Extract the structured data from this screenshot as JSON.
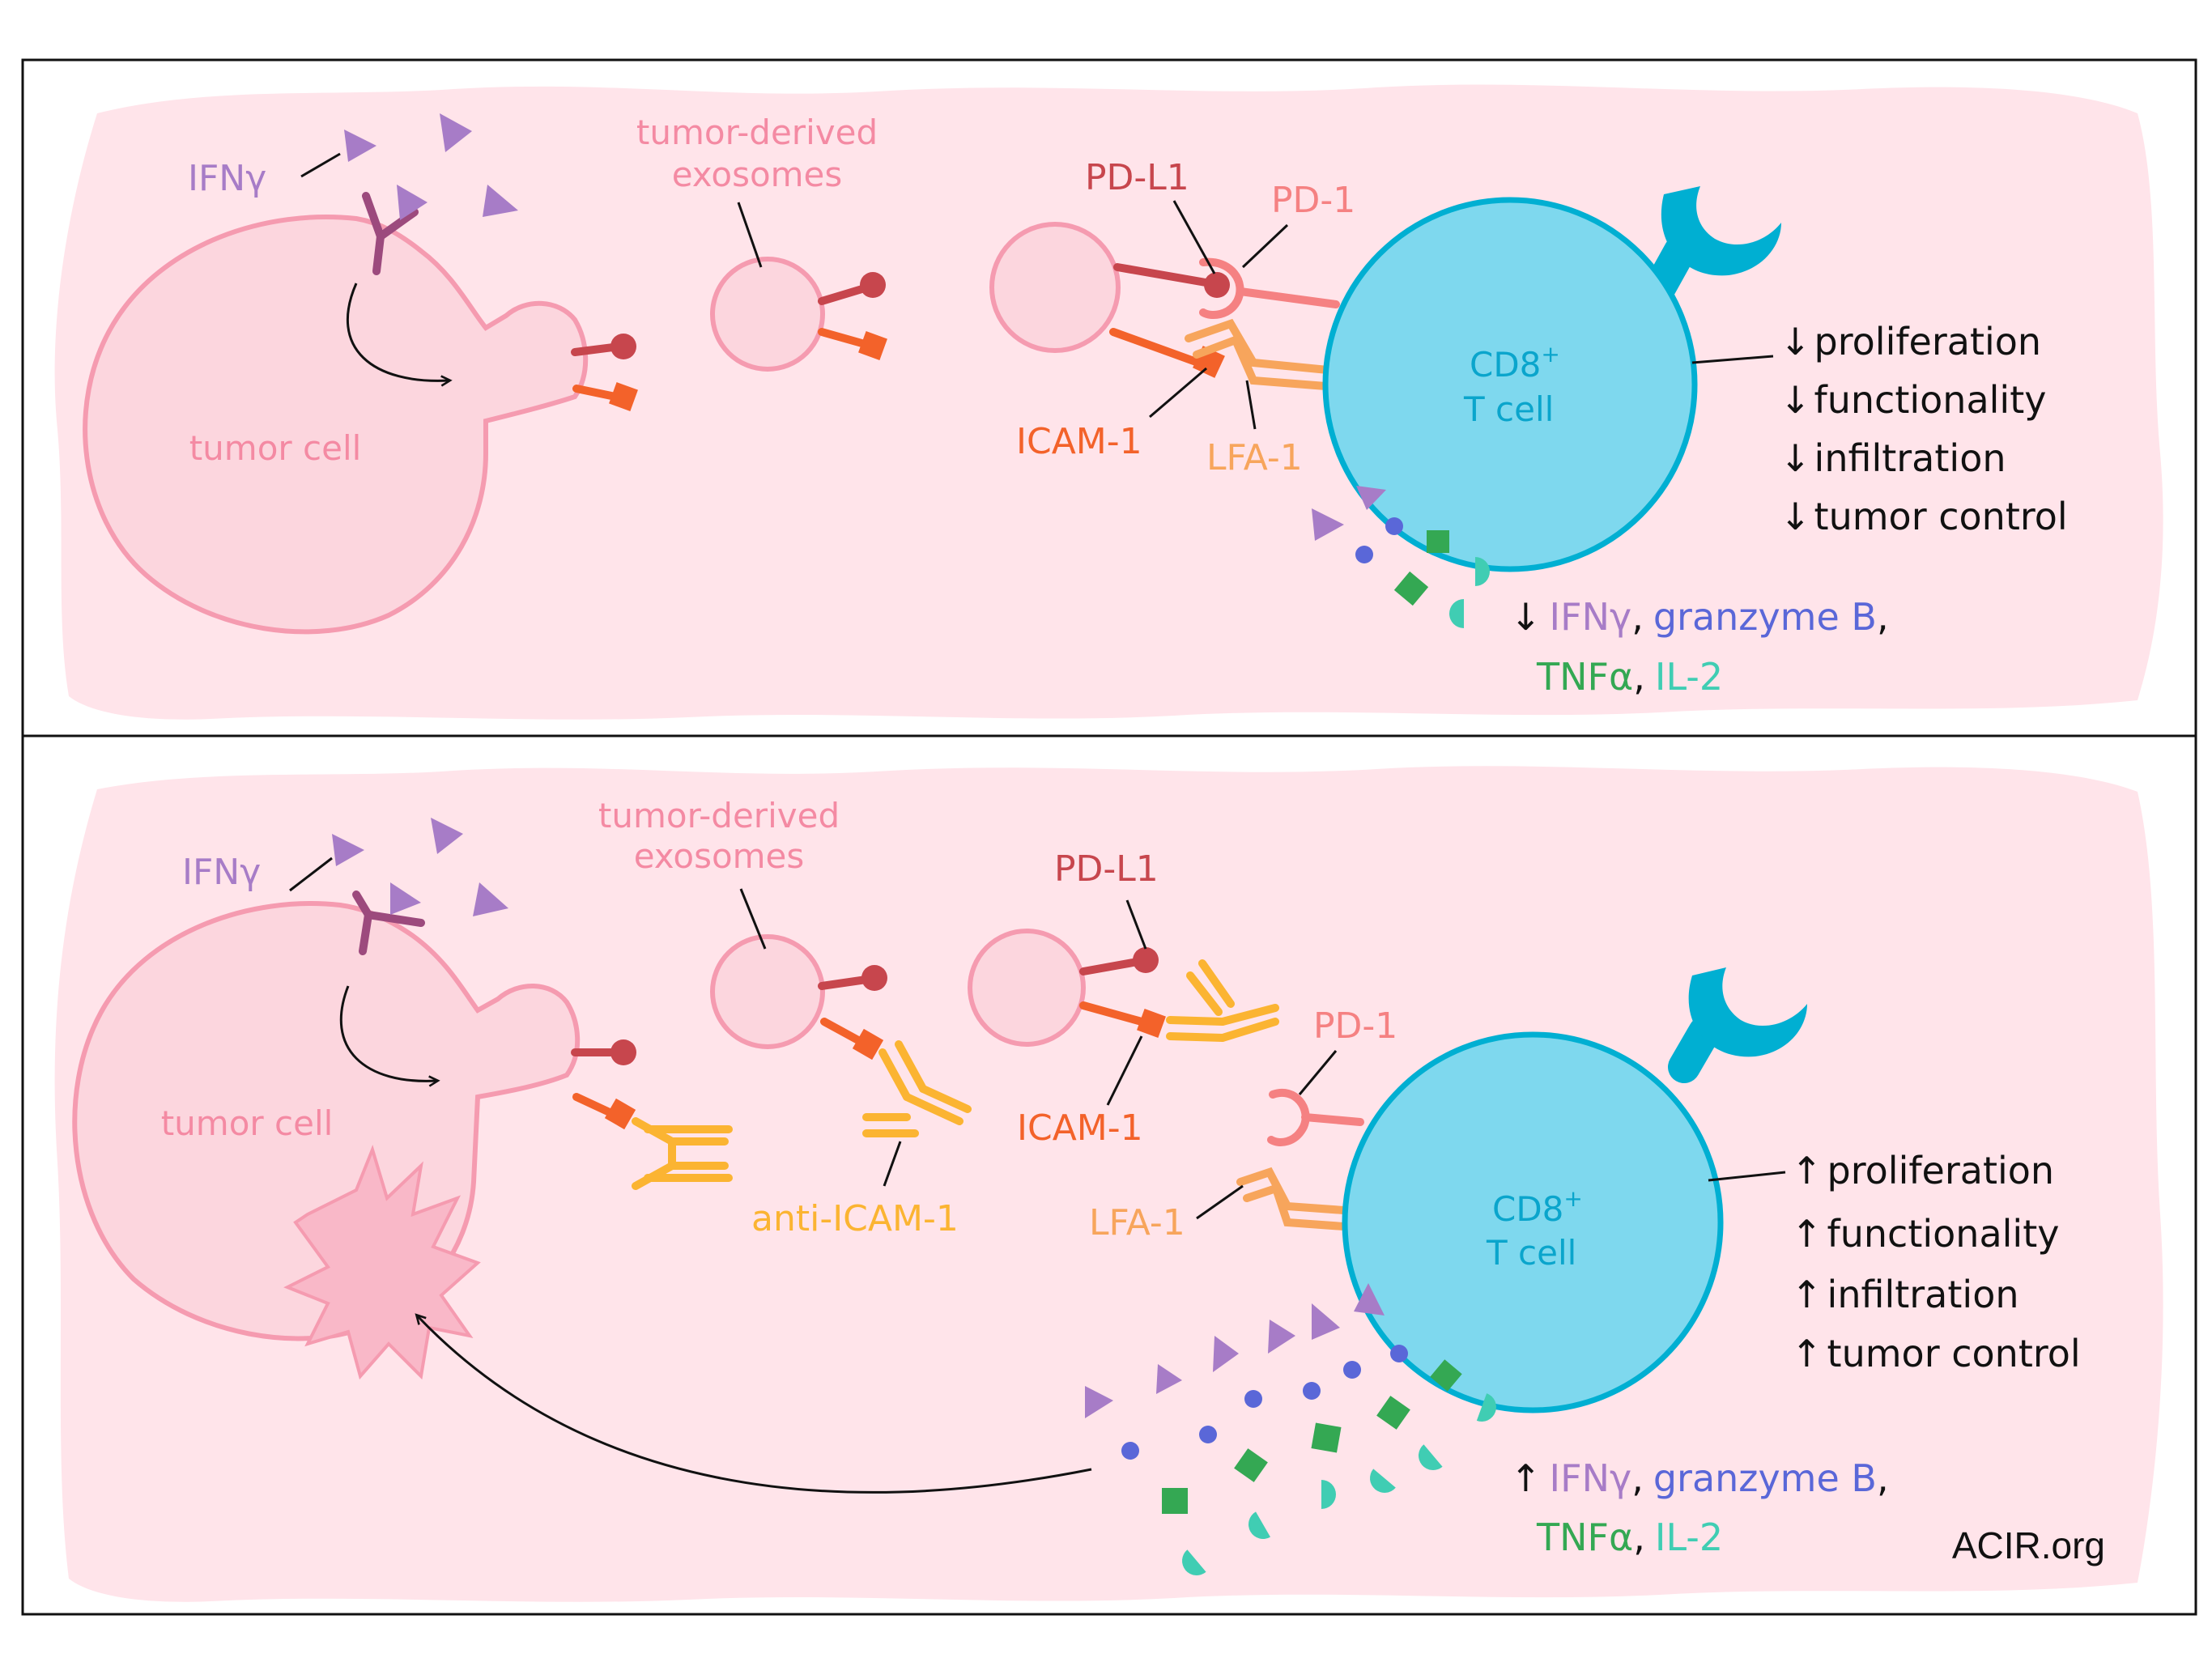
{
  "colors": {
    "background": "#ffe4ea",
    "tumor_cell": "#f59bb0",
    "tumor_fill": "#fcd6de",
    "t_cell": "#00afd2",
    "t_cell_fill": "#7ed8ee",
    "ifn": "#a77cc7",
    "pdl1": "#c7464d",
    "pd1": "#f58182",
    "icam1": "#f3622a",
    "lfa1": "#f7a55c",
    "anti_icam1": "#fbb432",
    "granzyme": "#5a67d8",
    "tnf": "#34a853",
    "il2": "#40cdb3"
  },
  "top_panel": {
    "ifn_label": "IFNγ",
    "exosome_label_1": "tumor-derived",
    "exosome_label_2": "exosomes",
    "tumor_cell_label": "tumor cell",
    "pdl1_label": "PD-L1",
    "pd1_label": "PD-1",
    "icam1_label": "ICAM-1",
    "lfa1_label": "LFA-1",
    "t_cell_label_1": "CD8",
    "t_cell_label_sup": "+",
    "t_cell_label_2": "T cell",
    "outcomes": [
      {
        "arrow": "↓",
        "text": "proliferation"
      },
      {
        "arrow": "↓",
        "text": "functionality"
      },
      {
        "arrow": "↓",
        "text": "infiltration"
      },
      {
        "arrow": "↓",
        "text": "tumor control"
      }
    ],
    "cytokine_arrow": "↓",
    "cytokines": {
      "ifn": "IFNγ",
      "sep1": ",",
      "granzyme": "granzyme B",
      "sep2": ",",
      "tnf": "TNFα",
      "sep3": ",",
      "il2": "IL-2"
    }
  },
  "bottom_panel": {
    "ifn_label": "IFNγ",
    "exosome_label_1": "tumor-derived",
    "exosome_label_2": "exosomes",
    "tumor_cell_label": "tumor cell",
    "pdl1_label": "PD-L1",
    "pd1_label": "PD-1",
    "icam1_label": "ICAM-1",
    "lfa1_label": "LFA-1",
    "anti_icam1_label": "anti-ICAM-1",
    "t_cell_label_1": "CD8",
    "t_cell_label_sup": "+",
    "t_cell_label_2": "T cell",
    "outcomes": [
      {
        "arrow": "↑",
        "text": "proliferation"
      },
      {
        "arrow": "↑",
        "text": "functionality"
      },
      {
        "arrow": "↑",
        "text": "infiltration"
      },
      {
        "arrow": "↑",
        "text": "tumor control"
      }
    ],
    "cytokine_arrow": "↑",
    "cytokines": {
      "ifn": "IFNγ",
      "sep1": ",",
      "granzyme": "granzyme B",
      "sep2": ",",
      "tnf": "TNFα",
      "sep3": ",",
      "il2": "IL-2"
    }
  },
  "credit": "ACIR.org"
}
